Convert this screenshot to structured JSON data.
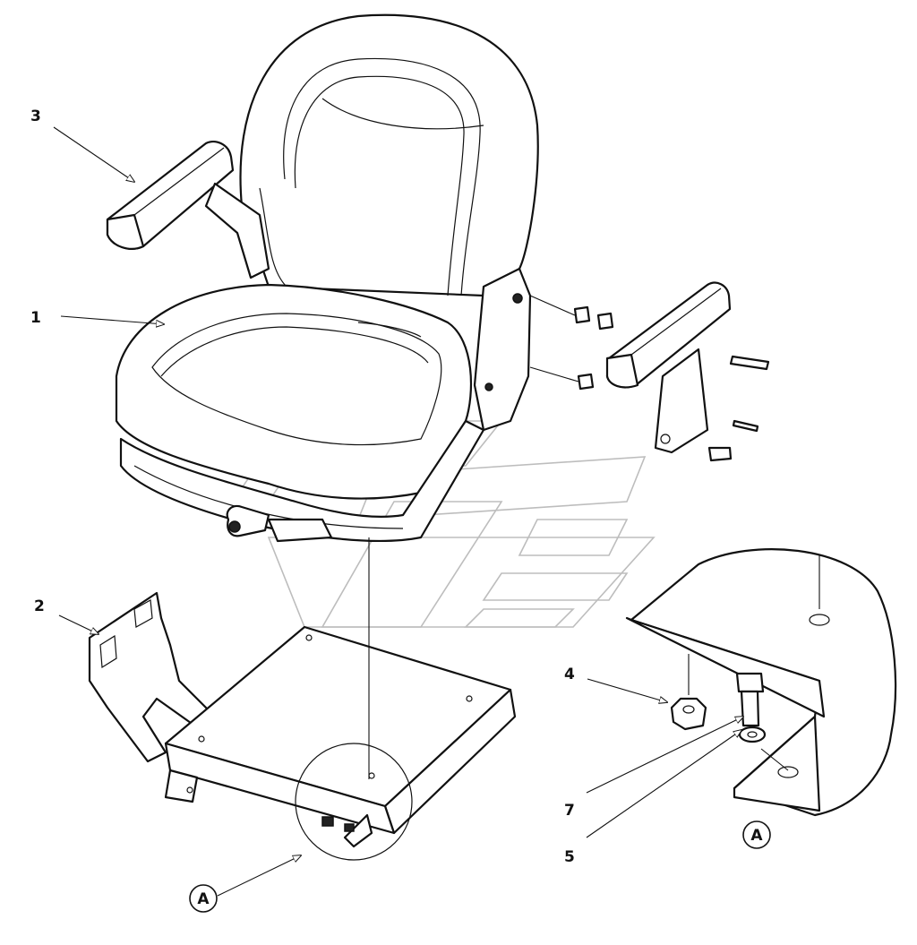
{
  "callouts": {
    "c1": "1",
    "c2": "2",
    "c3": "3",
    "c4": "4",
    "c5": "5",
    "c7": "7"
  },
  "detail": {
    "ref_main": "A",
    "ref_detail": "A"
  },
  "colors": {
    "line": "#111111",
    "watermark": "#bdbdbd",
    "background": "#ffffff"
  }
}
